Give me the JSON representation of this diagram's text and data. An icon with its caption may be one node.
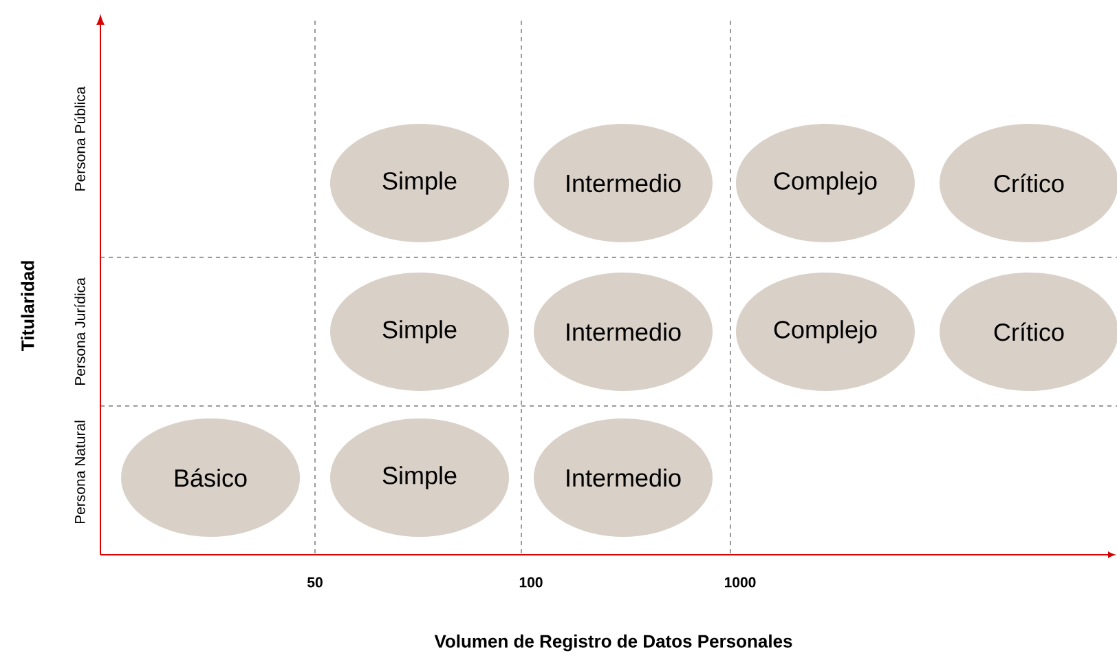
{
  "diagram": {
    "nodes": [
      {
        "text": [
          "Simple"
        ]
      },
      {
        "text": [
          "Intermedio"
        ]
      },
      {
        "text": [
          "Complejo"
        ]
      },
      {
        "text": [
          "Crítico"
        ]
      },
      {
        "text": [
          "Simple"
        ]
      },
      {
        "text": [
          "Intermedio"
        ]
      },
      {
        "text": [
          "Complejo"
        ]
      },
      {
        "text": [
          "Crítico"
        ]
      },
      {
        "text": [
          "Básico"
        ]
      },
      {
        "text": [
          "Simple"
        ]
      },
      {
        "text": [
          "Intermedio"
        ]
      }
    ],
    "labels": [
      "Persona Pública",
      "Titularidad",
      "Persona Jurídica",
      "Persona Natural",
      "50",
      "100",
      "1000",
      "Volumen de Registro de Datos Personales"
    ]
  }
}
